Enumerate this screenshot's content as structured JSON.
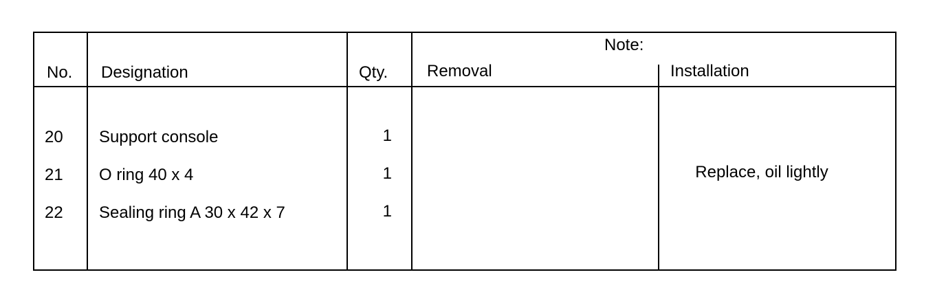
{
  "header": {
    "no": "No.",
    "designation": "Designation",
    "qty": "Qty.",
    "note": "Note:",
    "removal": "Removal",
    "installation": "Installation"
  },
  "rows": [
    {
      "no": "20",
      "designation": "Support console",
      "qty": "1",
      "removal": "",
      "installation": ""
    },
    {
      "no": "21",
      "designation": "O ring 40 x 4",
      "qty": "1",
      "removal": "",
      "installation": "Replace, oil lightly"
    },
    {
      "no": "22",
      "designation": "Sealing ring A 30 x 42 x 7",
      "qty": "1",
      "removal": "",
      "installation": ""
    }
  ]
}
